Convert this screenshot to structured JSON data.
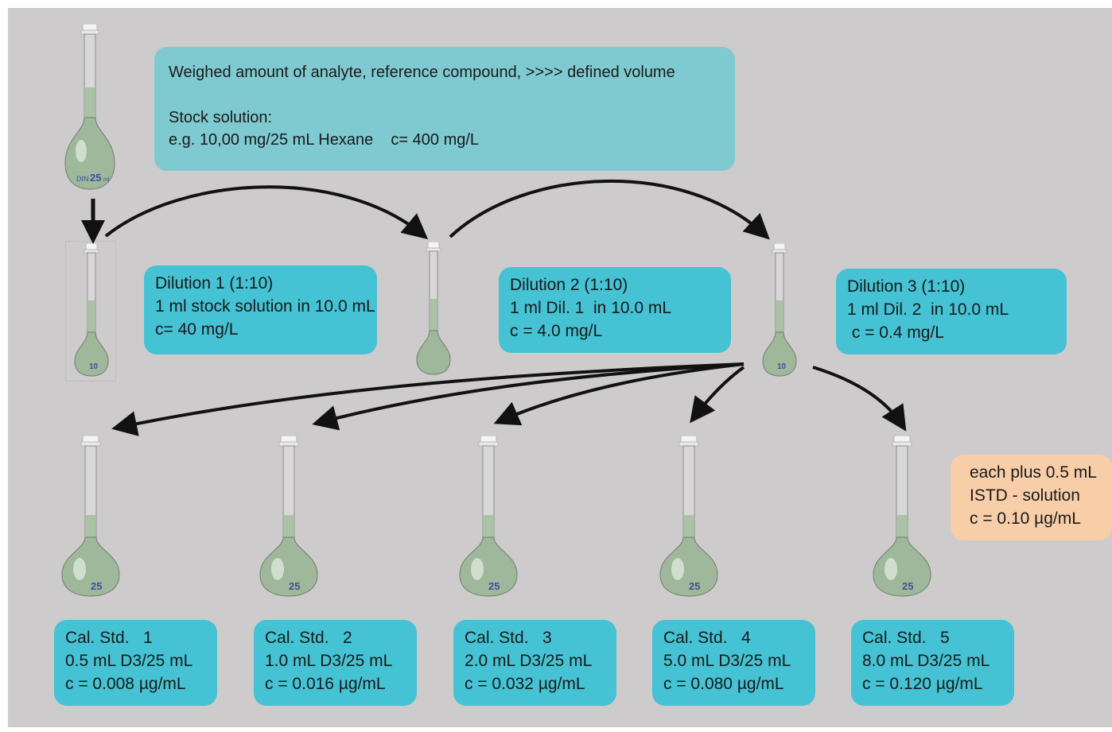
{
  "colors": {
    "background": "#cdcbcb",
    "box_cyan": "#45c2d3",
    "box_stock": "#7fcad1",
    "box_istd": "#f8cea9",
    "arrow": "#111111",
    "flask_liquid": "#a9c3a4"
  },
  "stock_box": {
    "line1": "Weighed amount of analyte, reference compound, >>>> defined volume",
    "line2": "Stock solution:",
    "line3": "e.g. 10,00 mg/25 mL Hexane    c= 400 mg/L"
  },
  "dilutions": [
    {
      "title": "Dilution 1 (1:10)",
      "desc": "1 ml stock solution in 10.0 mL",
      "conc": "c= 40 mg/L"
    },
    {
      "title": "Dilution 2 (1:10)",
      "desc": "1 ml Dil. 1  in 10.0 mL",
      "conc": "c = 4.0 mg/L"
    },
    {
      "title": "Dilution 3 (1:10)",
      "desc": "1 ml Dil. 2  in 10.0 mL",
      "conc": " c = 0.4 mg/L"
    }
  ],
  "cal_standards": [
    {
      "title": "Cal. Std.   1",
      "desc": "0.5 mL D3/25 mL",
      "conc": "c = 0.008 µg/mL"
    },
    {
      "title": "Cal. Std.   2",
      "desc": "1.0 mL D3/25 mL",
      "conc": "c = 0.016 µg/mL"
    },
    {
      "title": "Cal. Std.   3",
      "desc": "2.0 mL D3/25 mL",
      "conc": "c = 0.032 µg/mL"
    },
    {
      "title": "Cal. Std.   4",
      "desc": "5.0 mL D3/25 mL",
      "conc": "c = 0.080 µg/mL"
    },
    {
      "title": "Cal. Std.   5",
      "desc": "8.0 mL D3/25 mL",
      "conc": "c = 0.120 µg/mL"
    }
  ],
  "istd_box": {
    "line1": "each plus 0.5 mL",
    "line2": "ISTD - solution",
    "line3": "c = 0.10 µg/mL"
  },
  "flask_labels": {
    "volume_25": "25",
    "volume_10": "10",
    "unit": "ml",
    "maker": "DIN"
  }
}
